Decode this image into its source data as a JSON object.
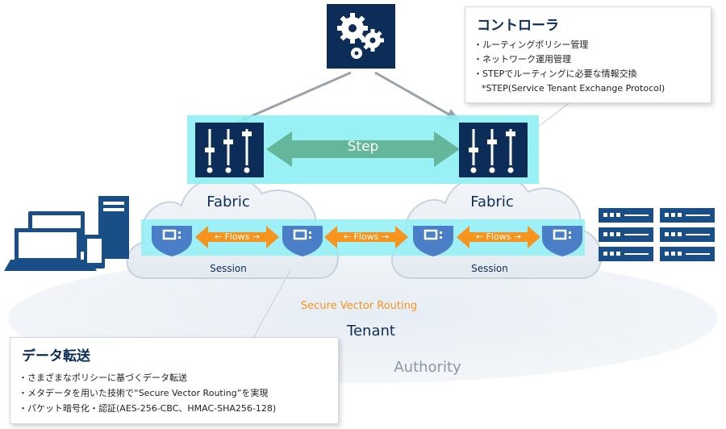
{
  "controller": {
    "title": "コントローラ",
    "items": [
      "ルーティングポリシー管理",
      "ネットワーク運用管理",
      "STEPでルーティングに必要な情報交換"
    ],
    "footnote": "*STEP(Service Tenant Exchange Protocol)"
  },
  "transfer": {
    "title": "データ転送",
    "items": [
      "さまざまなポリシーに基づくデータ転送",
      "メタデータを用いた技術で“Secure Vector Routing”を実現",
      "パケット暗号化・認証(AES-256-CBC、HMAC-SHA256-128)"
    ]
  },
  "diagram": {
    "step_label": "Step",
    "fabric_left": "Fabric",
    "fabric_right": "Fabric",
    "flows_label": "← Flows →",
    "session_left": "Session",
    "session_right": "Session",
    "svr_label": "Secure Vector Routing",
    "tenant_label": "Tenant",
    "authority_label": "Authority"
  },
  "colors": {
    "navy": "#0c2d57",
    "cyan_band": "#8ff0f4",
    "step_arrow": "#64b79a",
    "flow_arrow": "#f7941d",
    "svr_text": "#f7941d",
    "cloud": "#e8eef3"
  },
  "icons": {
    "controller": "gears-icon",
    "fabric_device": "sliders-icon",
    "router": "router-icon",
    "endpoints": "devices-icon",
    "servers": "server-rack-icon"
  }
}
